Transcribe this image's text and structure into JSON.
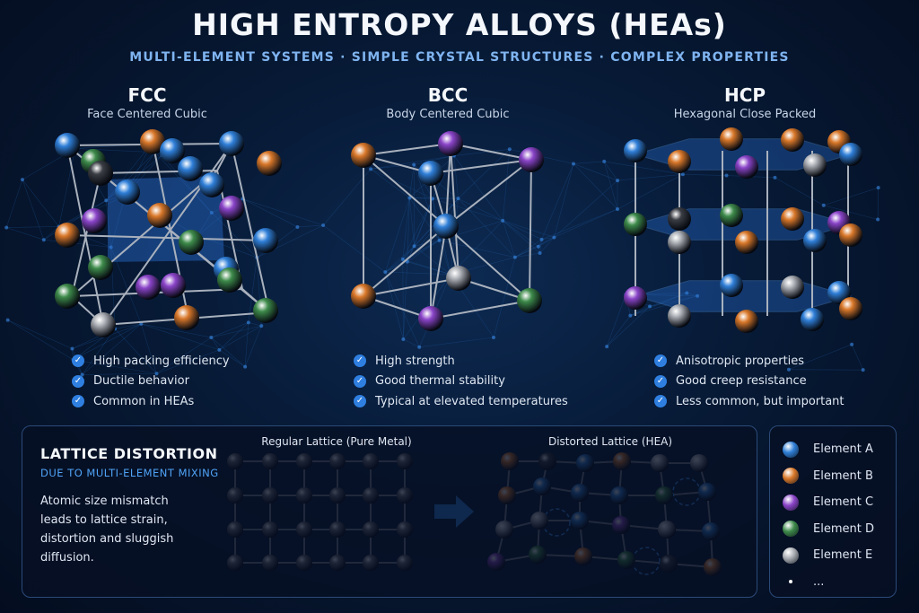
{
  "title": "HIGH ENTROPY ALLOYS (HEAs)",
  "subtitle": "MULTI-ELEMENT SYSTEMS · SIMPLE CRYSTAL STRUCTURES · COMPLEX PROPERTIES",
  "structures": [
    {
      "abbr": "FCC",
      "name": "Face Centered Cubic",
      "features": [
        "High packing efficiency",
        "Ductile behavior",
        "Common in HEAs"
      ]
    },
    {
      "abbr": "BCC",
      "name": "Body Centered Cubic",
      "features": [
        "High strength",
        "Good thermal stability",
        "Typical at elevated temperatures"
      ]
    },
    {
      "abbr": "HCP",
      "name": "Hexagonal Close Packed",
      "features": [
        "Anisotropic properties",
        "Good creep resistance",
        "Less common, but important"
      ]
    }
  ],
  "distortion": {
    "title": "LATTICE DISTORTION",
    "subtitle": "DUE TO MULTI-ELEMENT MIXING",
    "description": "Atomic size mismatch leads to lattice strain, distortion and sluggish diffusion.",
    "regular_label": "Regular Lattice (Pure Metal)",
    "distorted_label": "Distorted Lattice (HEA)"
  },
  "legend": [
    {
      "label": "Element A",
      "color": "#2f7fd8"
    },
    {
      "label": "Element B",
      "color": "#d9782a"
    },
    {
      "label": "Element C",
      "color": "#8a44c8"
    },
    {
      "label": "Element D",
      "color": "#3d8a4a"
    },
    {
      "label": "Element E",
      "color": "#a9adb3"
    },
    {
      "label": "...",
      "color": "#ffffff"
    }
  ],
  "colors": {
    "background": "#071a36",
    "accent": "#4fa3f7",
    "panel_border": "#2b4a78",
    "regular_atom": "#6b6e73"
  }
}
